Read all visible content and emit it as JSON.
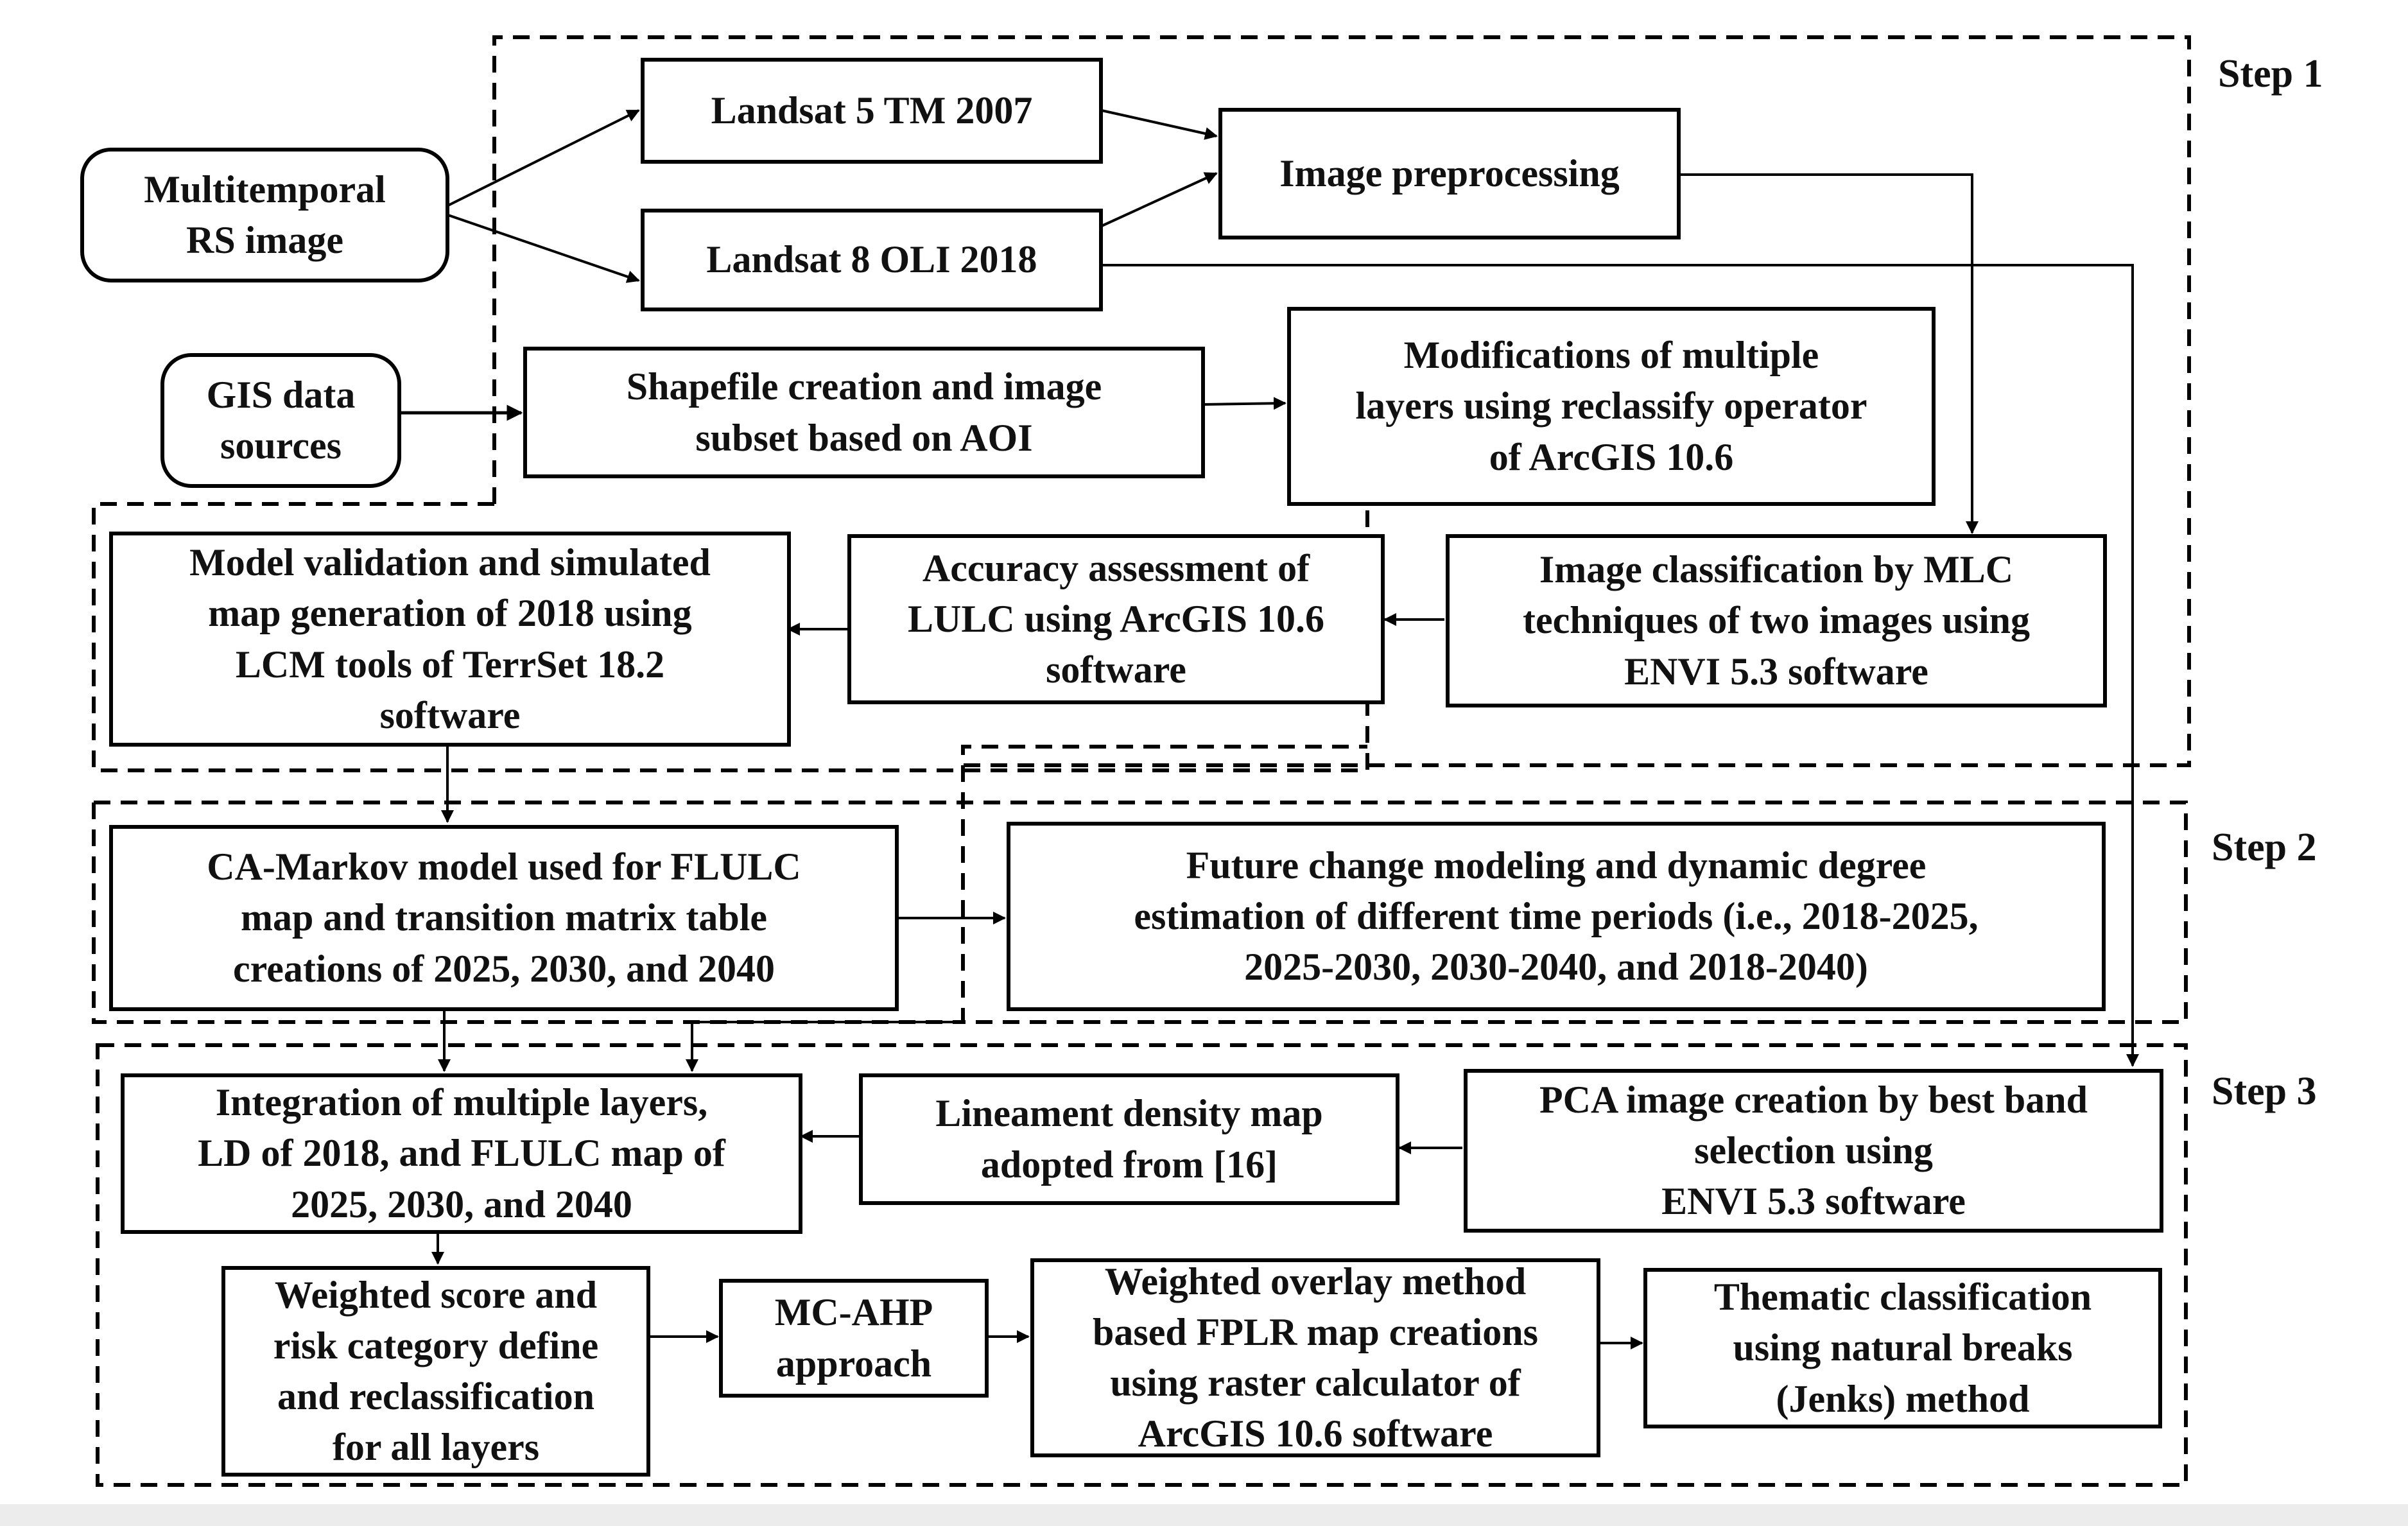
{
  "steps": [
    "Step 1",
    "Step 2",
    "Step 3"
  ],
  "nodes": {
    "multitemporal": [
      "Multitemporal",
      "RS image"
    ],
    "landsat5": [
      "Landsat 5 TM 2007"
    ],
    "landsat8": [
      "Landsat 8 OLI 2018"
    ],
    "preprocessing": [
      "Image preprocessing"
    ],
    "gis": [
      "GIS data",
      "sources"
    ],
    "shapefile": [
      "Shapefile creation and image",
      "subset based on AOI"
    ],
    "modifications": [
      "Modifications of multiple",
      "layers using reclassify operator",
      "of ArcGIS 10.6"
    ],
    "validation": [
      "Model validation and simulated",
      "map generation of 2018 using",
      "LCM tools of TerrSet 18.2",
      "software"
    ],
    "accuracy": [
      "Accuracy assessment of",
      "LULC using ArcGIS 10.6",
      "software"
    ],
    "classification": [
      "Image classification by MLC",
      "techniques of two images using",
      "ENVI 5.3 software"
    ],
    "camarkov": [
      "CA-Markov model used for FLULC",
      "map and transition matrix table",
      "creations of 2025, 2030, and 2040"
    ],
    "future": [
      "Future change modeling and dynamic degree",
      "estimation of different time periods (i.e., 2018-2025,",
      "2025-2030, 2030-2040, and 2018-2040)"
    ],
    "integration": [
      "Integration of multiple layers,",
      "LD of 2018, and FLULC map of",
      "2025, 2030, and 2040"
    ],
    "lineament": [
      "Lineament density map",
      "adopted from [16]"
    ],
    "pca": [
      "PCA image creation by best band",
      "selection using",
      "ENVI 5.3 software"
    ],
    "weighted": [
      "Weighted score and",
      "risk category define",
      "and reclassification",
      "for all layers"
    ],
    "mcahp": [
      "MC-AHP",
      "approach"
    ],
    "overlay": [
      "Weighted overlay method",
      "based FPLR map creations",
      "using raster calculator of",
      "ArcGIS 10.6 software"
    ],
    "thematic": [
      "Thematic classification",
      "using natural breaks",
      "(Jenks) method"
    ]
  }
}
